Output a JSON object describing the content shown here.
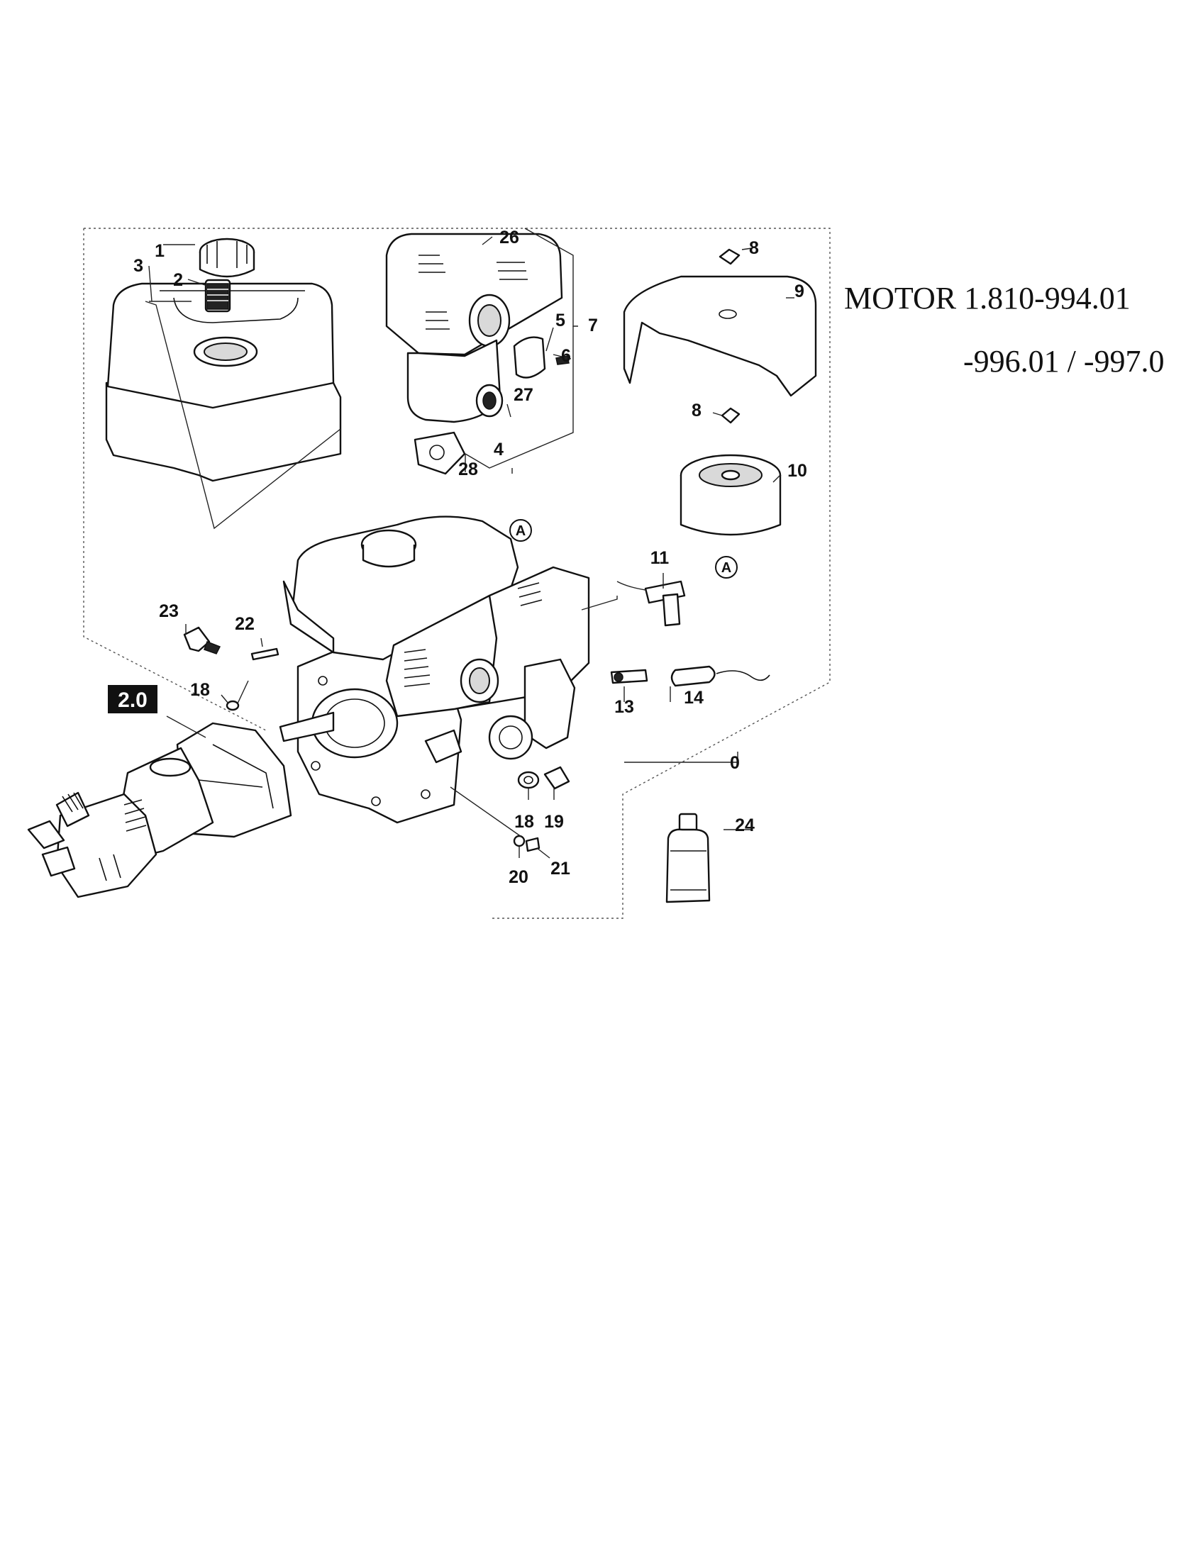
{
  "title": {
    "line1": "MOTOR 1.810-994.01",
    "line2": "-996.01 / -997.0"
  },
  "section_badge": "2.0",
  "reference_marker": "A",
  "callouts": {
    "c1": "1",
    "c2": "2",
    "c3": "3",
    "c26": "26",
    "c5": "5",
    "c6": "6",
    "c7": "7",
    "c27": "27",
    "c4": "4",
    "c28": "28",
    "c8a": "8",
    "c9": "9",
    "c8b": "8",
    "c10": "10",
    "c11": "11",
    "c23": "23",
    "c22": "22",
    "c18a": "18",
    "c13": "13",
    "c14": "14",
    "c0": "0",
    "c18b": "18",
    "c19": "19",
    "c24": "24",
    "c20": "20",
    "c21": "21"
  }
}
